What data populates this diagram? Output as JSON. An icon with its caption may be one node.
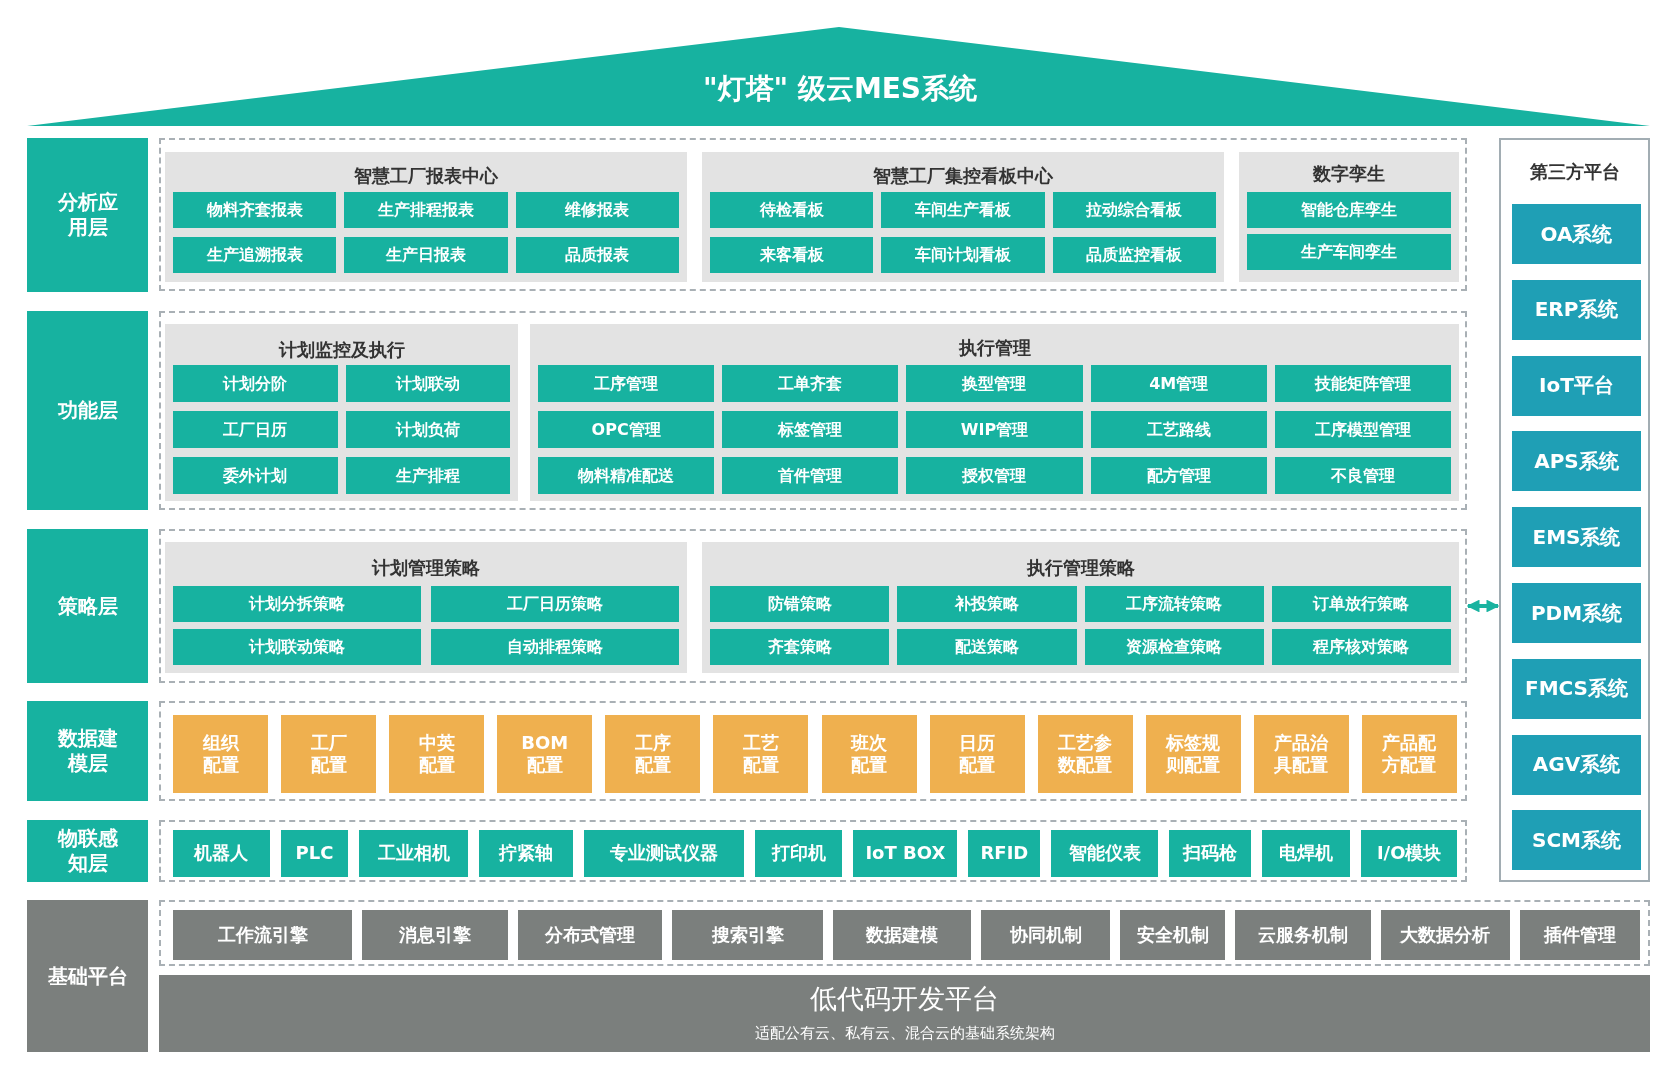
{
  "diagram": {
    "title": "\"灯塔\" 级云MES系统",
    "nodes": [
      {
        "text": [
          "分析应用层"
        ]
      },
      {
        "text": [],
        "shape": "box"
      },
      {
        "text": [
          "智慧工厂报表中心"
        ],
        "in": 1
      },
      {
        "text": [
          "物料齐套报表"
        ],
        "in": 2
      },
      {
        "text": [
          "生产排程报表"
        ],
        "in": 2
      },
      {
        "text": [
          "维修报表"
        ],
        "in": 2
      },
      {
        "text": [
          "生产追溯报表"
        ],
        "in": 2
      },
      {
        "text": [
          "生产日报表"
        ],
        "in": 2
      },
      {
        "text": [
          "品质报表"
        ],
        "in": 2
      },
      {
        "text": [
          "智慧工厂集控看板中心"
        ],
        "in": 1
      },
      {
        "text": [
          "待检看板"
        ],
        "in": 9
      },
      {
        "text": [
          "车间生产看板"
        ],
        "in": 9
      },
      {
        "text": [
          "拉动综合看板"
        ],
        "in": 9
      },
      {
        "text": [
          "来客看板"
        ],
        "in": 9
      },
      {
        "text": [
          "车间计划看板"
        ],
        "in": 9
      },
      {
        "text": [
          "品质监控看板"
        ],
        "in": 9
      },
      {
        "text": [
          "数字孪生"
        ],
        "in": 1
      },
      {
        "text": [
          "智能仓库孪生"
        ],
        "in": 16
      },
      {
        "text": [
          "生产车间孪生"
        ],
        "in": 16
      },
      {
        "text": [
          "功能层"
        ]
      },
      {
        "text": [],
        "shape": "box"
      },
      {
        "text": [
          "计划监控及执行"
        ],
        "in": 20
      },
      {
        "text": [
          "计划分阶"
        ],
        "in": 21
      },
      {
        "text": [
          "计划联动"
        ],
        "in": 21
      },
      {
        "text": [
          "工厂日历"
        ],
        "in": 21
      },
      {
        "text": [
          "计划负荷"
        ],
        "in": 21
      },
      {
        "text": [
          "委外计划"
        ],
        "in": 21
      },
      {
        "text": [
          "生产排程"
        ],
        "in": 21
      },
      {
        "text": [
          "执行管理"
        ],
        "in": 20
      },
      {
        "text": [
          "工序管理"
        ],
        "in": 28
      },
      {
        "text": [
          "工单齐套"
        ],
        "in": 28
      },
      {
        "text": [
          "换型管理"
        ],
        "in": 28
      },
      {
        "text": [
          "4M管理"
        ],
        "in": 28
      },
      {
        "text": [
          "技能矩阵管理"
        ],
        "in": 28
      },
      {
        "text": [
          "OPC管理"
        ],
        "in": 28
      },
      {
        "text": [
          "标签管理"
        ],
        "in": 28
      },
      {
        "text": [
          "WIP管理"
        ],
        "in": 28
      },
      {
        "text": [
          "工艺路线"
        ],
        "in": 28
      },
      {
        "text": [
          "工序模型管理"
        ],
        "in": 28
      },
      {
        "text": [
          "物料精准配送"
        ],
        "in": 28
      },
      {
        "text": [
          "首件管理"
        ],
        "in": 28
      },
      {
        "text": [
          "授权管理"
        ],
        "in": 28
      },
      {
        "text": [
          "配方管理"
        ],
        "in": 28
      },
      {
        "text": [
          "不良管理"
        ],
        "in": 28
      },
      {
        "text": [
          "策略层"
        ]
      },
      {
        "text": [],
        "shape": "box"
      },
      {
        "text": [
          "计划管理策略"
        ],
        "in": 45
      },
      {
        "text": [
          "计划分拆策略"
        ],
        "in": 46
      },
      {
        "text": [
          "工厂日历策略"
        ],
        "in": 46
      },
      {
        "text": [
          "计划联动策略"
        ],
        "in": 46
      },
      {
        "text": [
          "自动排程策略"
        ],
        "in": 46
      },
      {
        "text": [
          "执行管理策略"
        ],
        "in": 45
      },
      {
        "text": [
          "防错策略"
        ],
        "in": 51
      },
      {
        "text": [
          "补投策略"
        ],
        "in": 51
      },
      {
        "text": [
          "工序流转策略"
        ],
        "in": 51
      },
      {
        "text": [
          "订单放行策略"
        ],
        "in": 51
      },
      {
        "text": [
          "齐套策略"
        ],
        "in": 51
      },
      {
        "text": [
          "配送策略"
        ],
        "in": 51
      },
      {
        "text": [
          "资源检查策略"
        ],
        "in": 51
      },
      {
        "text": [
          "程序核对策略"
        ],
        "in": 51
      },
      {
        "text": [
          "数据建模层"
        ]
      },
      {
        "text": [],
        "shape": "box"
      },
      {
        "text": [
          "组织配置"
        ],
        "in": 61
      },
      {
        "text": [
          "工厂配置"
        ],
        "in": 61
      },
      {
        "text": [
          "中英配置"
        ],
        "in": 61
      },
      {
        "text": [
          "BOM配置"
        ],
        "in": 61
      },
      {
        "text": [
          "工序配置"
        ],
        "in": 61
      },
      {
        "text": [
          "工艺配置"
        ],
        "in": 61
      },
      {
        "text": [
          "班次配置"
        ],
        "in": 61
      },
      {
        "text": [
          "日历配置"
        ],
        "in": 61
      },
      {
        "text": [
          "工艺参数配置"
        ],
        "in": 61
      },
      {
        "text": [
          "标签规则配置"
        ],
        "in": 61
      },
      {
        "text": [
          "产品治具配置"
        ],
        "in": 61
      },
      {
        "text": [
          "产品配方配置"
        ],
        "in": 61
      },
      {
        "text": [
          "物联感知层"
        ]
      },
      {
        "text": [],
        "shape": "box"
      },
      {
        "text": [
          "机器人"
        ],
        "in": 75
      },
      {
        "text": [
          "PLC"
        ],
        "in": 75
      },
      {
        "text": [
          "工业相机"
        ],
        "in": 75
      },
      {
        "text": [
          "拧紧轴"
        ],
        "in": 75
      },
      {
        "text": [
          "专业测试仪器"
        ],
        "in": 75
      },
      {
        "text": [
          "打印机"
        ],
        "in": 75
      },
      {
        "text": [
          "IoT BOX"
        ],
        "in": 75
      },
      {
        "text": [
          "RFID"
        ],
        "in": 75
      },
      {
        "text": [
          "智能仪表"
        ],
        "in": 75
      },
      {
        "text": [
          "扫码枪"
        ],
        "in": 75
      },
      {
        "text": [
          "电焊机"
        ],
        "in": 75
      },
      {
        "text": [
          "I/O模块"
        ],
        "in": 75
      },
      {
        "text": [
          "基础平台"
        ]
      },
      {
        "text": [],
        "shape": "box"
      },
      {
        "text": [
          "工作流引擎"
        ],
        "in": 89
      },
      {
        "text": [
          "消息引擎"
        ],
        "in": 89
      },
      {
        "text": [
          "分布式管理"
        ],
        "in": 89
      },
      {
        "text": [
          "搜索引擎"
        ],
        "in": 89
      },
      {
        "text": [
          "数据建模"
        ],
        "in": 89
      },
      {
        "text": [
          "协同机制"
        ],
        "in": 89
      },
      {
        "text": [
          "安全机制"
        ],
        "in": 89
      },
      {
        "text": [
          "云服务机制"
        ],
        "in": 89
      },
      {
        "text": [
          "大数据分析"
        ],
        "in": 89
      },
      {
        "text": [
          "插件管理"
        ],
        "in": 89
      },
      {
        "text": [
          "低代码开发平台",
          "适配公有云、私有云、混合云的基础系统架构"
        ]
      },
      {
        "text": [
          "第三方平台"
        ]
      },
      {
        "text": [
          "OA系统"
        ],
        "in": 101
      },
      {
        "text": [
          "ERP系统"
        ],
        "in": 101
      },
      {
        "text": [
          "IoT平台"
        ],
        "in": 101
      },
      {
        "text": [
          "APS系统"
        ],
        "in": 101
      },
      {
        "text": [
          "EMS系统"
        ],
        "in": 101
      },
      {
        "text": [
          "PDM系统"
        ],
        "in": 101
      },
      {
        "text": [
          "FMCS系统"
        ],
        "in": 101
      },
      {
        "text": [
          "AGV系统"
        ],
        "in": 101
      },
      {
        "text": [
          "SCM系统"
        ],
        "in": 101
      }
    ],
    "edges": [
      {
        "from": 45,
        "to": 101,
        "arrow": "both",
        "color": "#1ab3a0"
      }
    ]
  }
}
